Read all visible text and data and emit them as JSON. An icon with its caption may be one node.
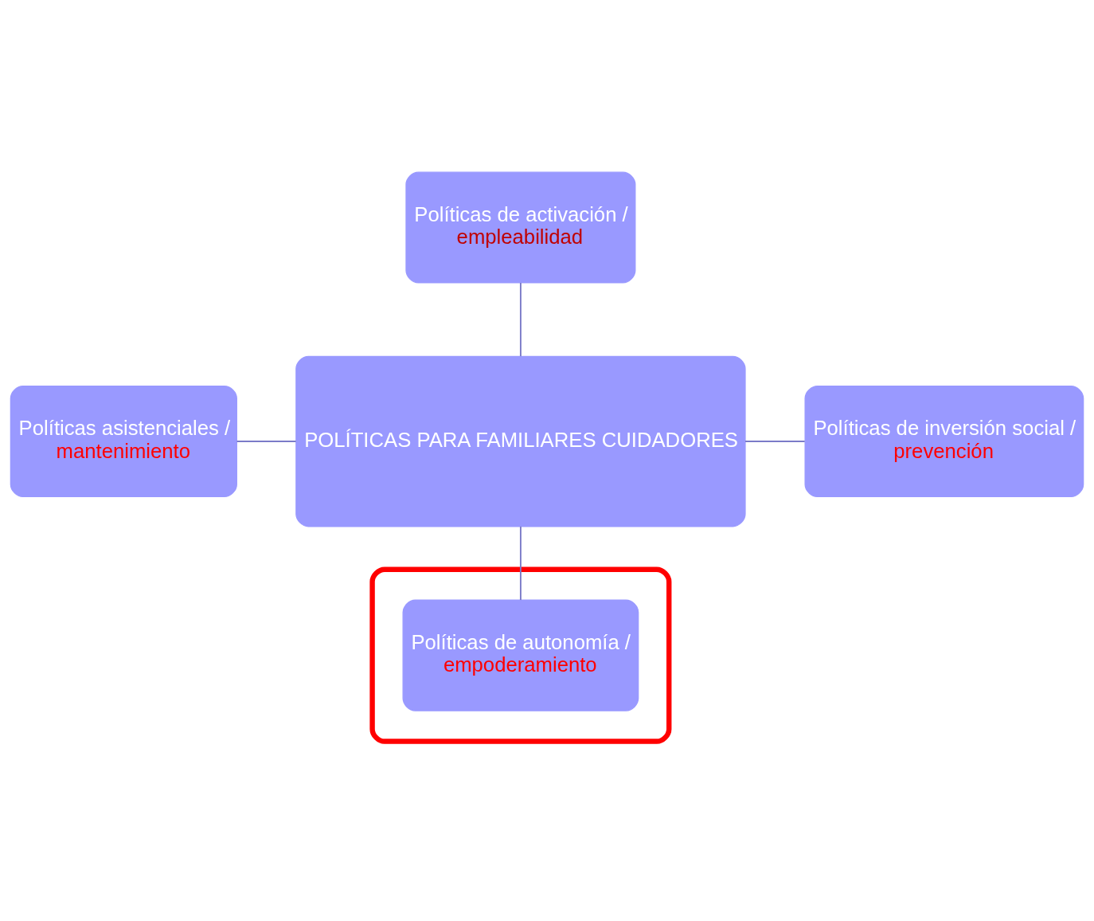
{
  "diagram": {
    "nodes": [
      {
        "text": [
          "Políticas de activación /",
          "empleabilidad"
        ]
      },
      {
        "text": [
          "Políticas asistenciales /",
          "mantenimiento"
        ]
      },
      {
        "text": [
          "POLÍTICAS PARA FAMILIARES CUIDADORES"
        ]
      },
      {
        "text": [
          "Políticas de inversión social /",
          "prevención"
        ]
      },
      {
        "text": [],
        "shape": "ellipse"
      },
      {
        "text": [
          "Políticas de autonomía /",
          "empoderamiento"
        ],
        "in": 4
      }
    ],
    "edges": [
      {
        "from": 0,
        "to": 2,
        "arrow": "none"
      },
      {
        "from": 1,
        "to": 2,
        "arrow": "none"
      },
      {
        "from": 2,
        "to": 3,
        "arrow": "none"
      },
      {
        "from": 2,
        "to": 5,
        "arrow": "none"
      }
    ]
  }
}
